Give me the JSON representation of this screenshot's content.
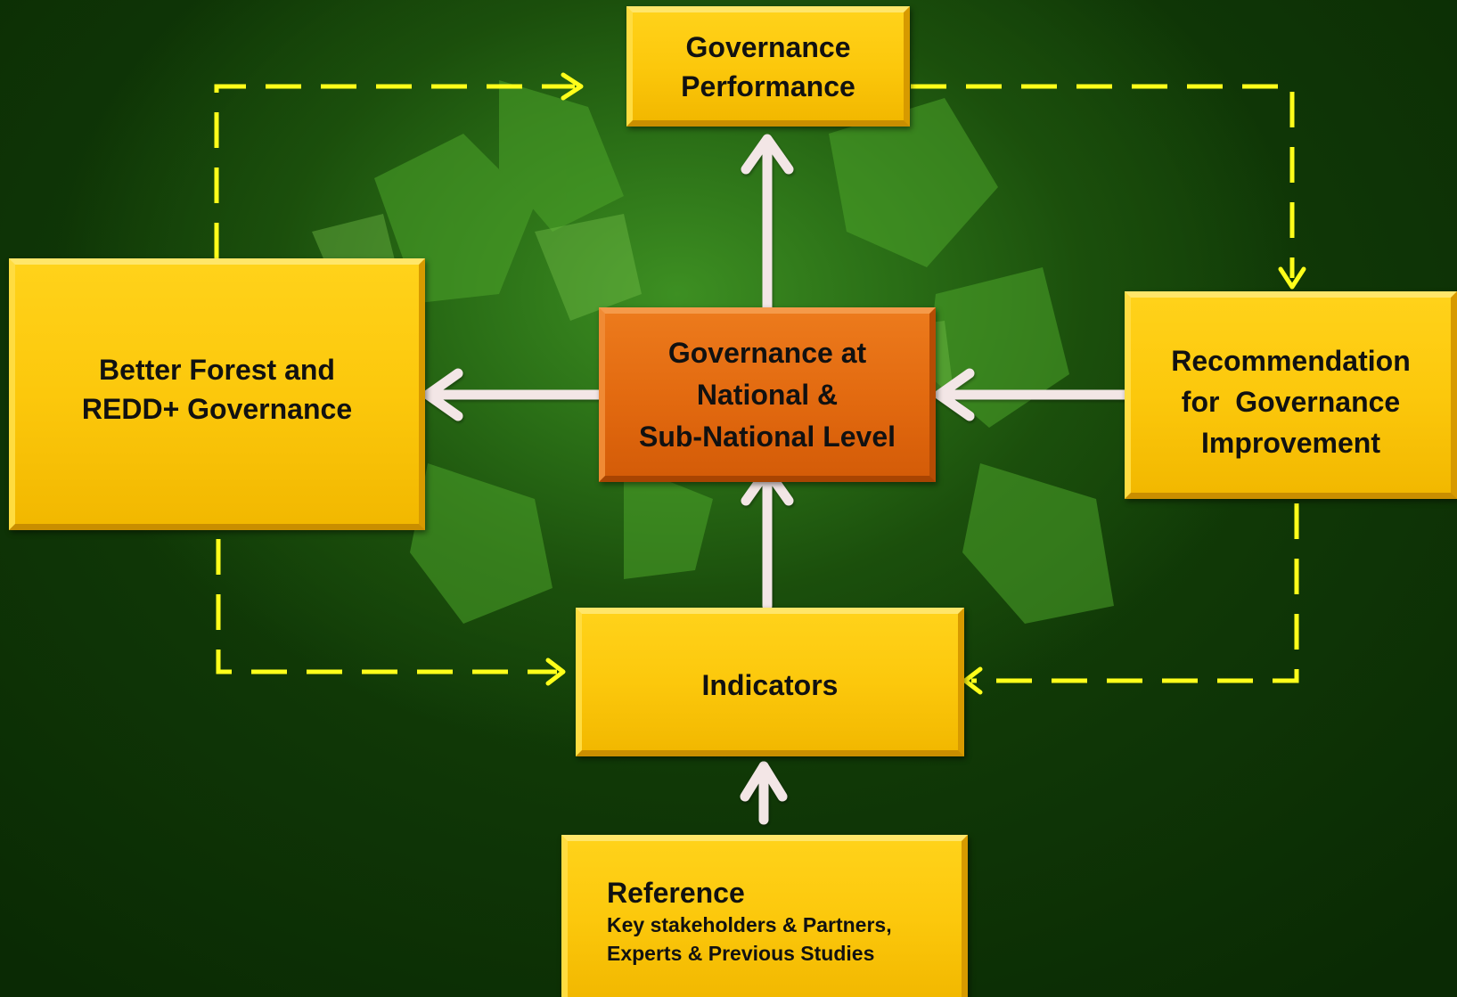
{
  "diagram": {
    "nodes": {
      "governance_performance": {
        "label_line1": "Governance",
        "label_line2": "Performance"
      },
      "center": {
        "label_line1": "Governance at",
        "label_line2": "National &",
        "label_line3": "Sub-National Level"
      },
      "better_governance": {
        "label_line1": "Better Forest and",
        "label_line2": "REDD+ Governance"
      },
      "recommendation": {
        "label_line1": "Recommendation",
        "label_line2": "for  Governance",
        "label_line3": "Improvement"
      },
      "indicators": {
        "label": "Indicators"
      },
      "reference": {
        "title": "Reference",
        "sub_line1": "Key stakeholders & Partners,",
        "sub_line2": "Experts & Previous Studies"
      }
    },
    "colors": {
      "box": "#fcc80c",
      "center_box": "#e2690f",
      "solid_arrow": "#f3e6e6",
      "dashed_arrow": "#ffff1a"
    }
  }
}
